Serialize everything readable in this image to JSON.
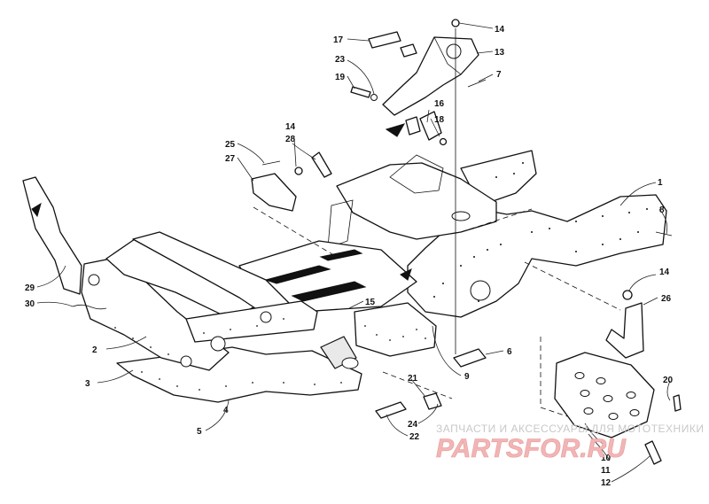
{
  "diagram": {
    "callouts": [
      {
        "id": "c1",
        "text": "1"
      },
      {
        "id": "c2",
        "text": "2"
      },
      {
        "id": "c3",
        "text": "3"
      },
      {
        "id": "c4",
        "text": "4"
      },
      {
        "id": "c5",
        "text": "5"
      },
      {
        "id": "c6",
        "text": "6"
      },
      {
        "id": "c7",
        "text": "7"
      },
      {
        "id": "c8",
        "text": "8"
      },
      {
        "id": "c9",
        "text": "9"
      },
      {
        "id": "c10",
        "text": "10"
      },
      {
        "id": "c11",
        "text": "11"
      },
      {
        "id": "c12",
        "text": "12"
      },
      {
        "id": "c13",
        "text": "13"
      },
      {
        "id": "c14a",
        "text": "14"
      },
      {
        "id": "c14b",
        "text": "14"
      },
      {
        "id": "c14c",
        "text": "14"
      },
      {
        "id": "c15",
        "text": "15"
      },
      {
        "id": "c16",
        "text": "16"
      },
      {
        "id": "c17",
        "text": "17"
      },
      {
        "id": "c18",
        "text": "18"
      },
      {
        "id": "c19",
        "text": "19"
      },
      {
        "id": "c20",
        "text": "20"
      },
      {
        "id": "c21",
        "text": "21"
      },
      {
        "id": "c22",
        "text": "22"
      },
      {
        "id": "c23",
        "text": "23"
      },
      {
        "id": "c24",
        "text": "24"
      },
      {
        "id": "c25",
        "text": "25"
      },
      {
        "id": "c26",
        "text": "26"
      },
      {
        "id": "c27",
        "text": "27"
      },
      {
        "id": "c28",
        "text": "28"
      },
      {
        "id": "c29",
        "text": "29"
      },
      {
        "id": "c30",
        "text": "30"
      }
    ]
  },
  "watermark": {
    "tagline": "ЗАПЧАСТИ И АКСЕССУАРЫ ДЛЯ МОТОТЕХНИКИ",
    "logo": "PARTSFOR.RU"
  }
}
